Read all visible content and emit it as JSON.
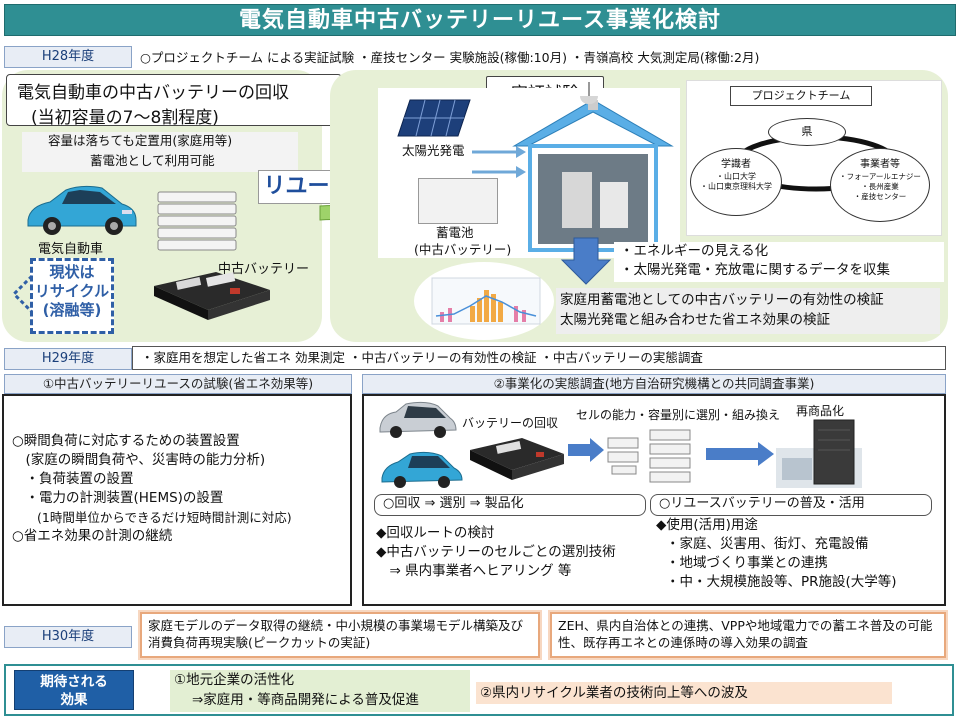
{
  "title": "電気自動車中古バッテリーリユース事業化検討",
  "h28": {
    "year": "H28年度",
    "summary": "○プロジェクトチーム による実証試験 ・産技センター 実験施設(稼働:10月) ・青嶺高校 大気測定局(稼働:2月)",
    "collect_title": "電気自動車の中古バッテリーの回収",
    "collect_sub": "(当初容量の7～8割程度)",
    "capacity_line1": "容量は落ちても定置用(家庭用等)",
    "capacity_line2": "蓄電池として利用可能",
    "ev_label": "電気自動車",
    "battery_label": "中古バッテリー",
    "reuse_label": "リユース",
    "recycle_label": "現状は\nリサイクル\n(溶融等)",
    "test_label": "実証試験",
    "solar_label": "太陽光発電",
    "storage_label": "蓄電池",
    "storage_sub": "(中古バッテリー)",
    "team_title": "プロジェクトチーム",
    "team_pref": "県",
    "team_academic": "学識者",
    "team_academic_members": [
      "・山口大学",
      "・山口東京理科大学"
    ],
    "team_business": "事業者等",
    "team_business_members": [
      "・フォーアールエナジー",
      "・長州産業",
      "・産技センター"
    ],
    "energy_line1": "・エネルギーの見える化",
    "energy_line2": "・太陽光発電・充放電に関するデータを収集",
    "verify_line1": "家庭用蓄電池としての中古バッテリーの有効性の検証",
    "verify_line2": "太陽光発電と組み合わせた省エネ効果の検証"
  },
  "h29": {
    "year": "H29年度",
    "summary": "・家庭用を想定した省エネ 効果測定 ・中古バッテリーの有効性の検証 ・中古バッテリーの実態調査",
    "sec1_title": "①中古バッテリーリユースの試験(省エネ効果等)",
    "sec1_lines": [
      "○瞬間負荷に対応するための装置設置",
      "　(家庭の瞬間負荷や、災害時の能力分析)",
      "　・負荷装置の設置",
      "　・電力の計測装置(HEMS)の設置",
      "　　(1時間単位からできるだけ短時間計測に対応)",
      "○省エネ効果の計測の継続"
    ],
    "sec2_title": "②事業化の実態調査(地方自治研究機構との共同調査事業)",
    "flow_collect": "バッテリーの回収",
    "flow_select": "セルの能力・容量別に選別・組み換え",
    "flow_product": "再商品化",
    "pill_left": "○回収 ⇒ 選別 ⇒ 製品化",
    "pill_right": "○リユースバッテリーの普及・活用",
    "left_lines": [
      "◆回収ルートの検討",
      "◆中古バッテリーのセルごとの選別技術",
      "　⇒ 県内事業者へヒアリング 等"
    ],
    "right_lines": [
      "◆使用(活用)用途",
      "・家庭、災害用、街灯、充電設備",
      "・地域づくり事業との連携",
      "・中・大規模施設等、PR施設(大学等)"
    ]
  },
  "h30": {
    "year": "H30年度",
    "left_text": "家庭モデルのデータ取得の継続・中小規模の事業場モデル構築及び消費負荷再現実験(ピークカットの実証)",
    "right_text": "ZEH、県内自治体との連携、VPPや地域電力での蓄エネ普及の可能性、既存再エネとの連係時の導入効果の調査"
  },
  "effect": {
    "label": "期待される\n効果",
    "item1_line1": "①地元企業の活性化",
    "item1_line2": "⇒家庭用・等商品開発による普及促進",
    "item2": "②県内リサイクル業者の技術向上等への波及"
  },
  "colors": {
    "title_bg": "#2f8f93",
    "panel_green": "#e7f0d6",
    "reuse_blue": "#1f4e9c",
    "arrow_blue": "#4a7dc8",
    "arrow_green": "#9ed36a",
    "orange_border": "#e8a87c"
  }
}
